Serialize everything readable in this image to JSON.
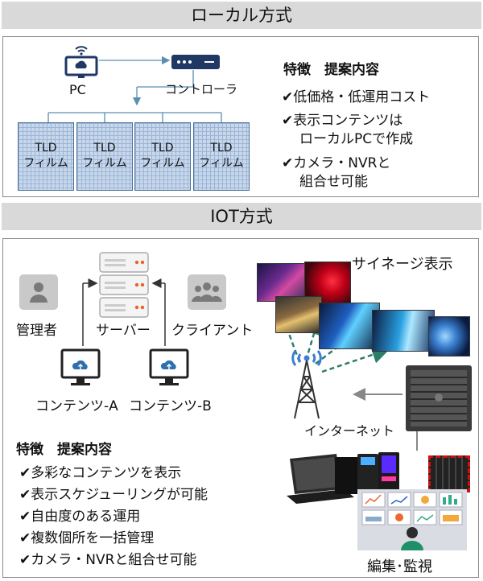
{
  "local": {
    "title": "ローカル方式",
    "pc_label": "PC",
    "controller_label": "コントローラ",
    "films": [
      "TLD\nフィルム",
      "TLD\nフィルム",
      "TLD\nフィルム",
      "TLD\nフィルム"
    ],
    "features_title": "特徴　提案内容",
    "features": [
      [
        "✔",
        "低価格・低運用コスト"
      ],
      [
        "✔",
        "表示コンテンツは"
      ],
      [
        "",
        "ローカルPCで作成"
      ],
      [
        "✔",
        "カメラ・NVRと"
      ],
      [
        "",
        "組合せ可能"
      ]
    ]
  },
  "iot": {
    "title": "IOT方式",
    "admin_label": "管理者",
    "server_label": "サーバー",
    "client_label": "クライアント",
    "content_a_label": "コンテンツ-A",
    "content_b_label": "コンテンツ-B",
    "signage_label": "サイネージ表示",
    "internet_label": "インターネット",
    "edit_label": "編集･監視",
    "features_title": "特徴　提案内容",
    "features": [
      "多彩なコンテンツを表示",
      "表示スケジューリングが可能",
      "自由度のある運用",
      "複数個所を一括管理",
      "カメラ・NVRと組合せ可能"
    ]
  },
  "colors": {
    "band": "#d9d9d9",
    "film_fill": "#c7d7ec",
    "icon_navy": "#1f3864",
    "arrow_teal": "#2e7d6b",
    "server_orange": "#e8632a",
    "wifi_blue": "#3b7fd4"
  }
}
